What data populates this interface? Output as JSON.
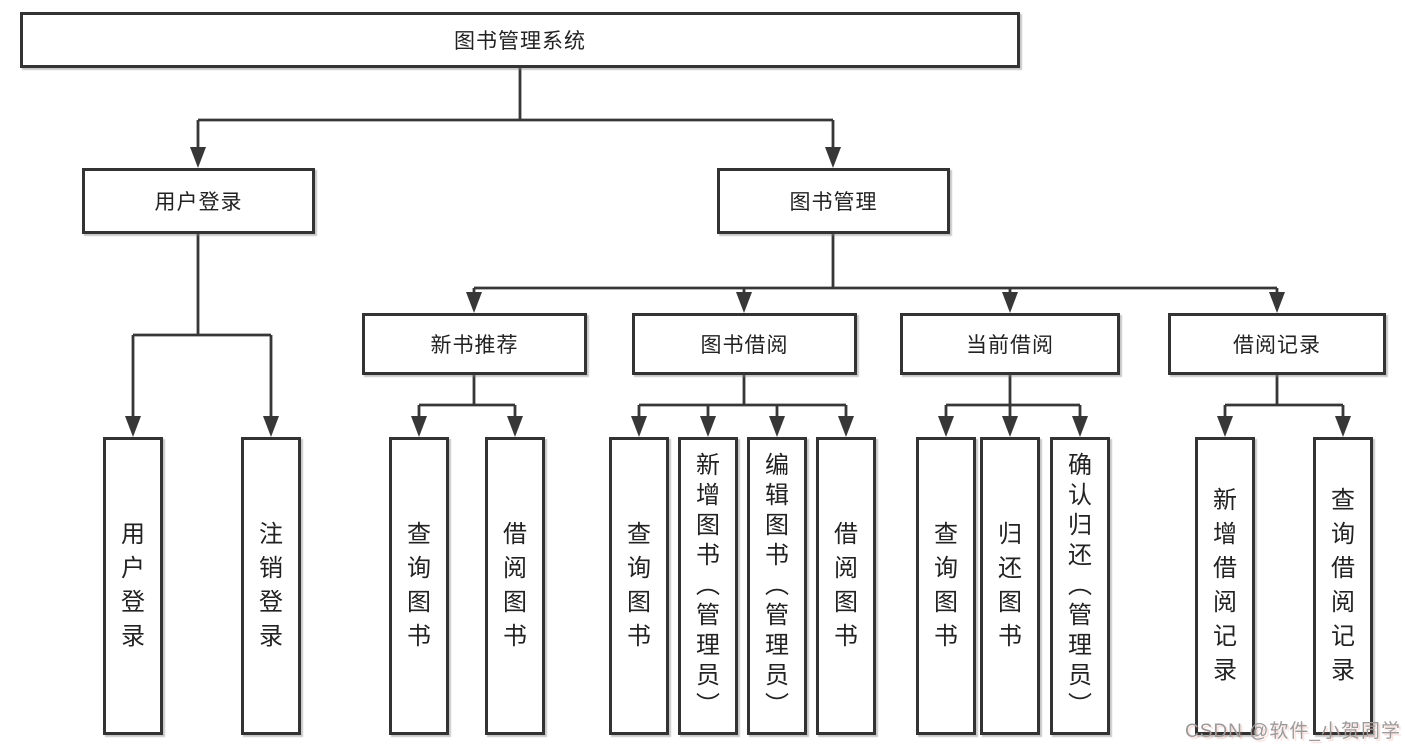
{
  "tree": {
    "root": {
      "label": "图书管理系统"
    },
    "branches": [
      {
        "label": "用户登录",
        "children": [
          {
            "label": "用户登录"
          },
          {
            "label": "注销登录"
          }
        ]
      },
      {
        "label": "图书管理",
        "groups": [
          {
            "label": "新书推荐",
            "children": [
              {
                "label": "查询图书"
              },
              {
                "label": "借阅图书"
              }
            ]
          },
          {
            "label": "图书借阅",
            "children": [
              {
                "label": "查询图书"
              },
              {
                "label": "新增图书（管理员）"
              },
              {
                "label": "编辑图书（管理员）"
              },
              {
                "label": "借阅图书"
              }
            ]
          },
          {
            "label": "当前借阅",
            "children": [
              {
                "label": "查询图书"
              },
              {
                "label": "归还图书"
              },
              {
                "label": "确认归还（管理员）"
              }
            ]
          },
          {
            "label": "借阅记录",
            "children": [
              {
                "label": "新增借阅记录"
              },
              {
                "label": "查询借阅记录"
              }
            ]
          }
        ]
      }
    ]
  },
  "watermark": {
    "text": "CSDN @软件_小贺同学"
  },
  "colors": {
    "line": "#373737",
    "box_border": "#333333",
    "text": "#222222",
    "background": "#ffffff",
    "watermark": "#9b9b9b"
  }
}
